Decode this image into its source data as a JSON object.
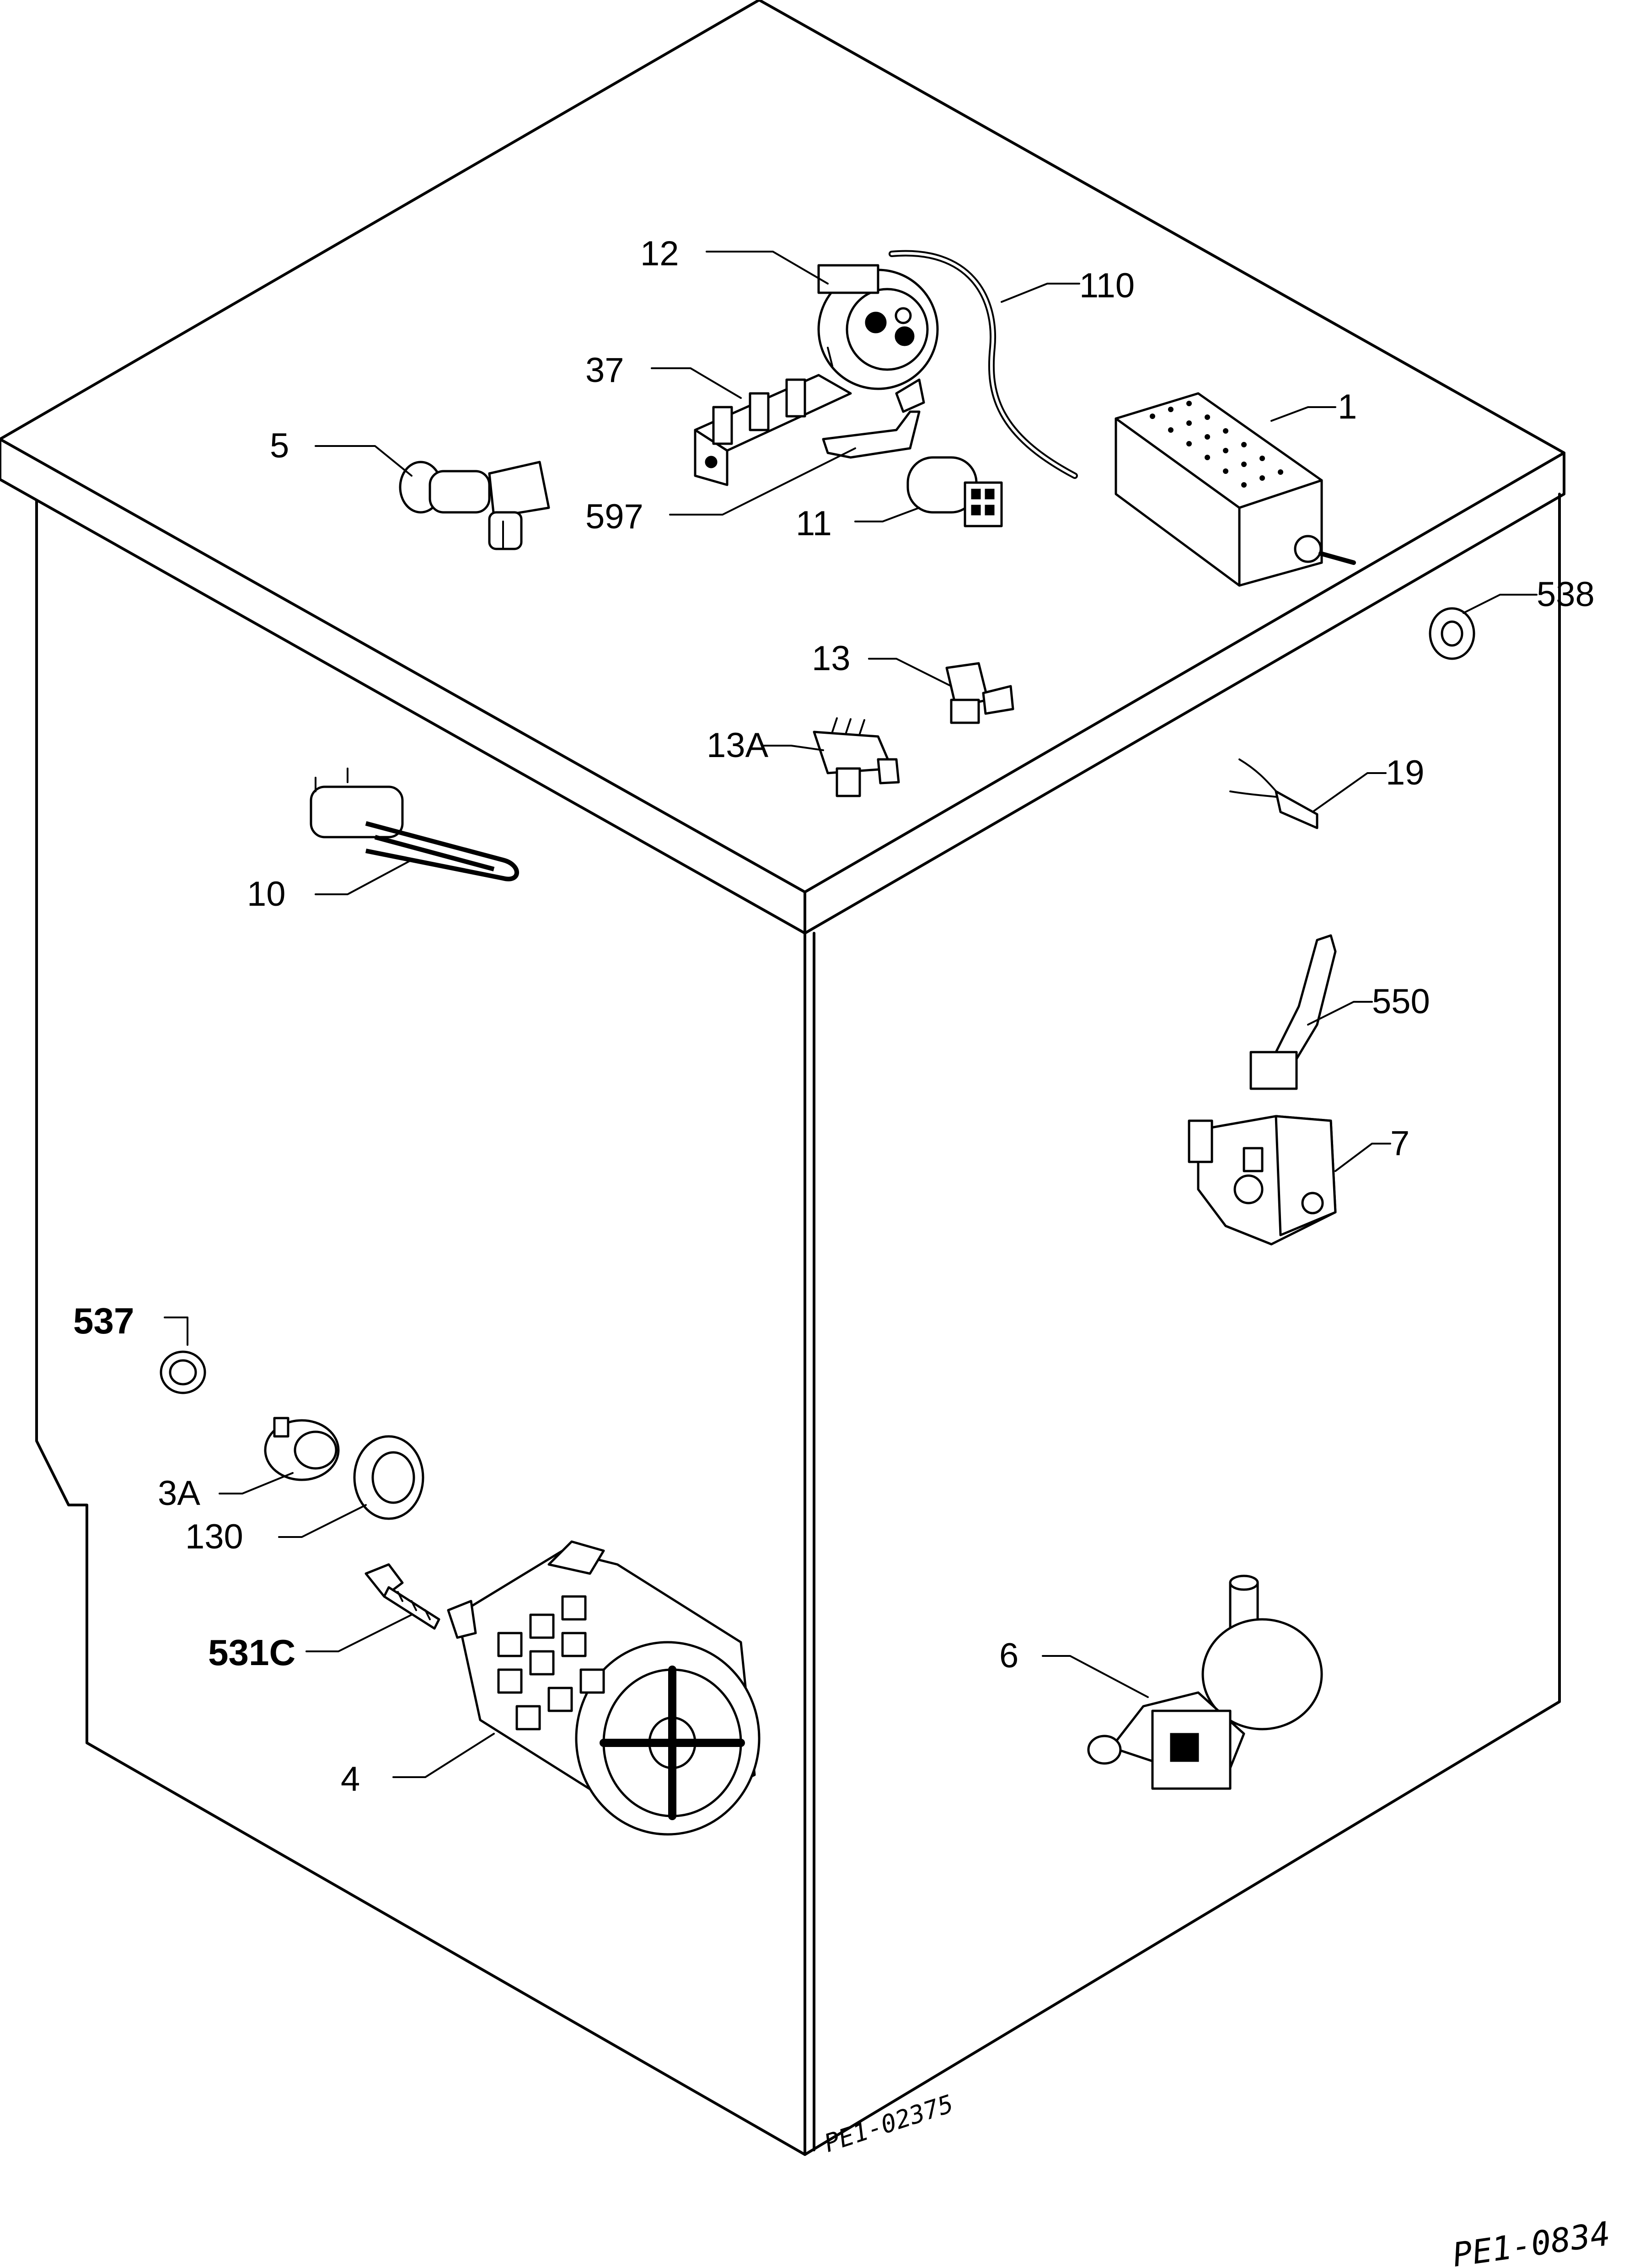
{
  "labels": {
    "p12": "12",
    "p110": "110",
    "p37": "37",
    "p1": "1",
    "p5": "5",
    "p597": "597",
    "p11": "11",
    "p538": "538",
    "p13": "13",
    "p13a": "13A",
    "p19": "19",
    "p10": "10",
    "p550": "550",
    "p7": "7",
    "p537": "537",
    "p3a": "3A",
    "p130": "130",
    "p531c": "531C",
    "p6": "6",
    "p4": "4"
  },
  "drawing_code": "PE1-02375",
  "drawing_code_cut": "PE1-0834"
}
